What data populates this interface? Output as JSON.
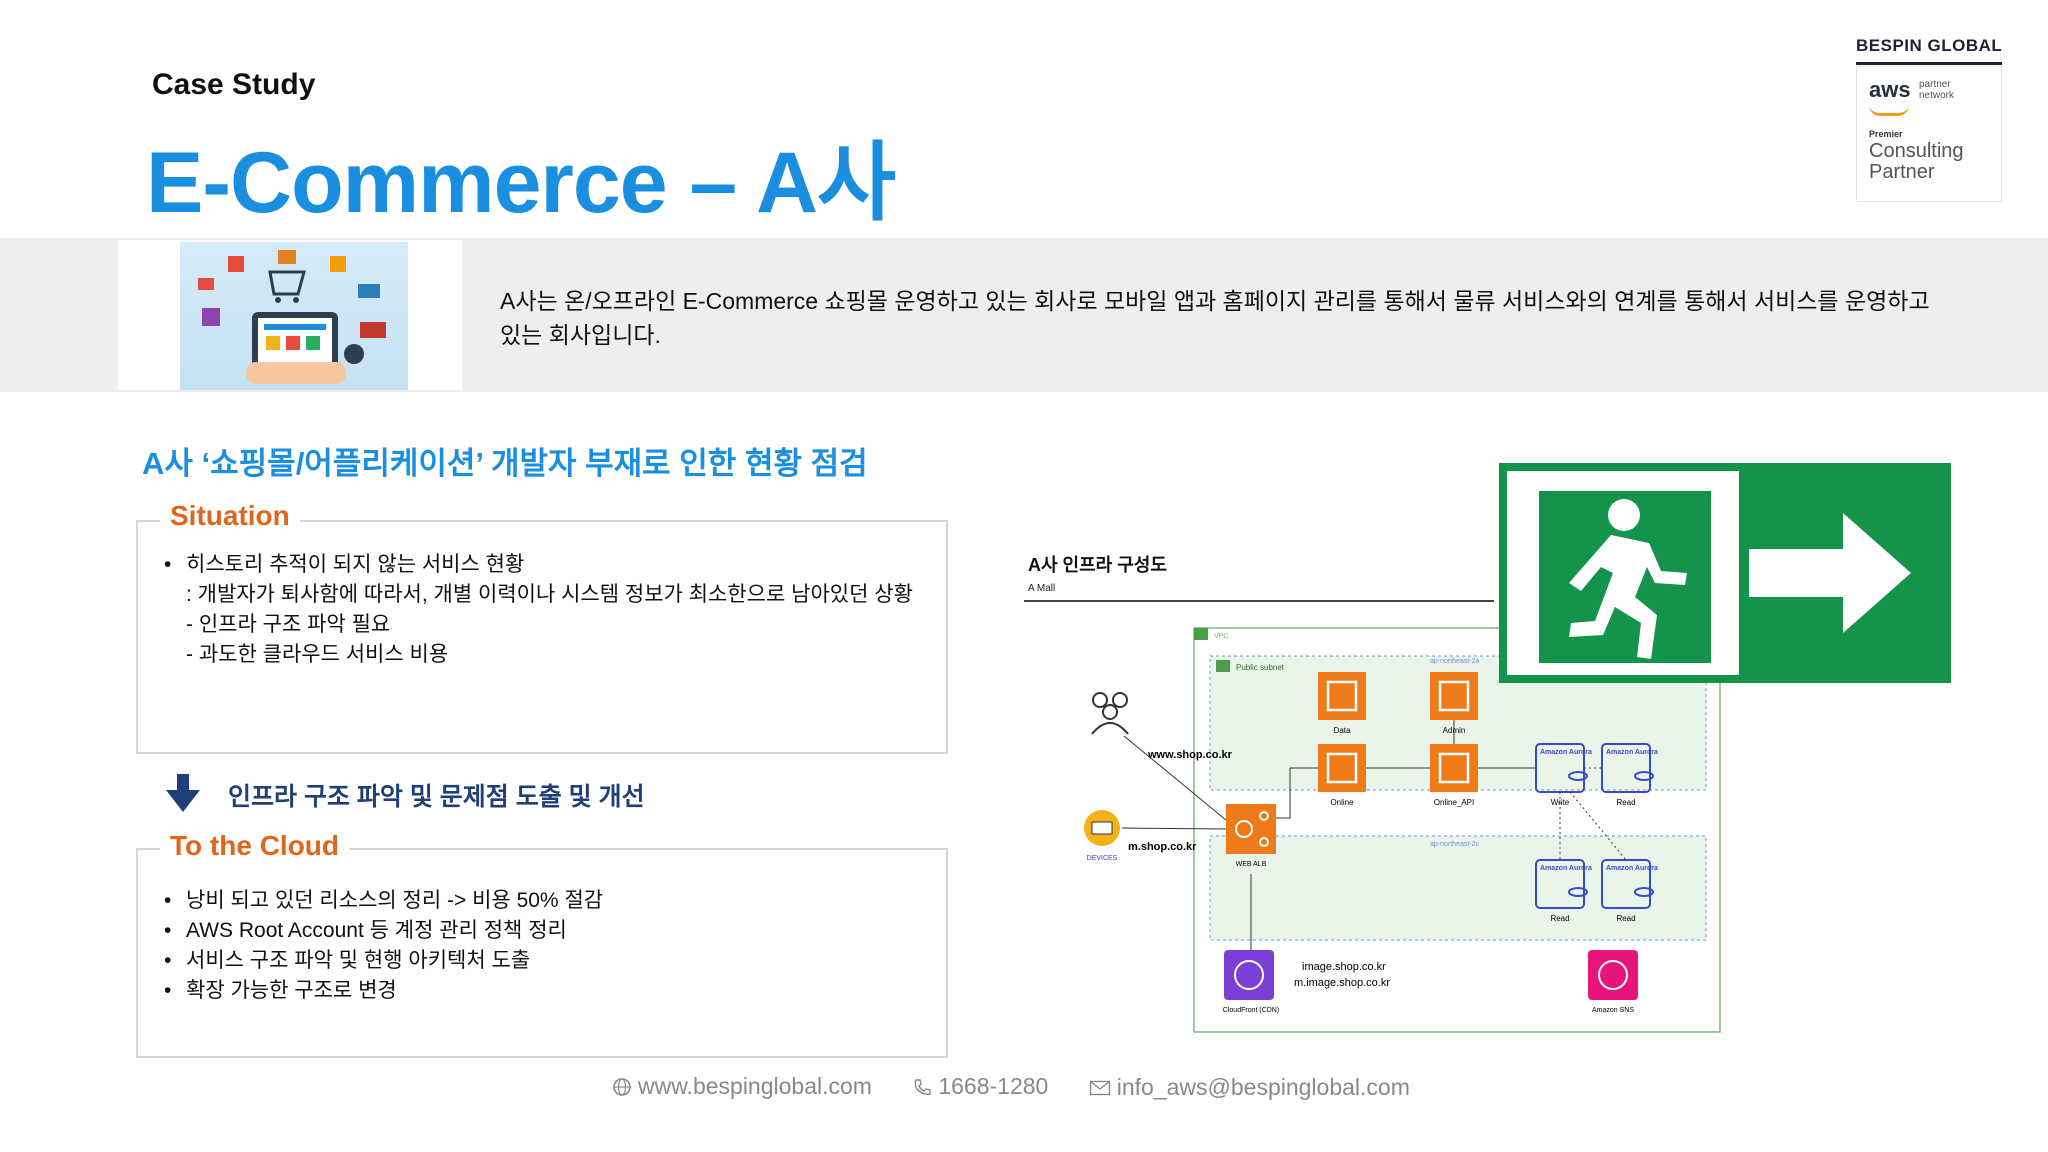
{
  "header": {
    "eyebrow": "Case Study",
    "title": "E-Commerce – A사"
  },
  "brand": {
    "name": "BESPIN GLOBAL",
    "aws_word": "aws",
    "partner_network": "partner\nnetwork",
    "tier": "Premier",
    "partner_type": "Consulting\nPartner"
  },
  "intro": {
    "text": "A사는 온/오프라인 E-Commerce 쇼핑몰 운영하고 있는 회사로 모바일 앱과 홈페이지 관리를 통해서 물류 서비스와의 연계를 통해서 서비스를 운영하고 있는 회사입니다."
  },
  "section": {
    "heading": "A사 ‘쇼핑몰/어플리케이션’ 개발자 부재로 인한 현황 점검"
  },
  "situation": {
    "label": "Situation",
    "items": [
      "히스토리 추적이 되지 않는 서비스 현황",
      ": 개발자가 퇴사함에 따라서, 개별 이력이나 시스템 정보가 최소한으로 남아있던 상황",
      "- 인프라 구조 파악 필요",
      "- 과도한 클라우드 서비스 비용"
    ]
  },
  "improve": {
    "text": "인프라 구조 파악 및 문제점 도출 및 개선"
  },
  "cloud": {
    "label": "To the Cloud",
    "items": [
      "낭비 되고 있던 리소스의 정리 -> 비용 50% 절감",
      "AWS Root Account 등 계정 관리 정책 정리",
      "서비스 구조 파악 및 현행 아키텍처 도출",
      "확장 가능한 구조로 변경"
    ]
  },
  "diagram": {
    "title": "A사 인프라 구성도",
    "subtitle": "A Mall",
    "labels": {
      "vpc": "VPC",
      "public_subnet": "Public subnet",
      "az_a": "ap-northeast-2a",
      "az_c": "ap-northeast-2c",
      "data": "Data",
      "admin": "Admin",
      "online": "Online",
      "online_api": "Online_API",
      "aurora": "Amazon Aurora",
      "write": "Write",
      "read": "Read",
      "www": "www.shop.co.kr",
      "mshop": "m.shop.co.kr",
      "devices": "DEVICES",
      "alb": "WEB ALB",
      "cdn_domains_1": "image.shop.co.kr",
      "cdn_domains_2": "m.image.shop.co.kr",
      "cloudfront": "CloudFront (CDN)",
      "sns": "Amazon SNS"
    }
  },
  "footer": {
    "website": "www.bespinglobal.com",
    "phone": "1668-1280",
    "email": "info_aws@bespinglobal.com"
  },
  "colors": {
    "title_blue": "#1a8fe0",
    "accent_orange": "#e0661c",
    "navy": "#1e3f77",
    "exit_green": "#13944a"
  }
}
